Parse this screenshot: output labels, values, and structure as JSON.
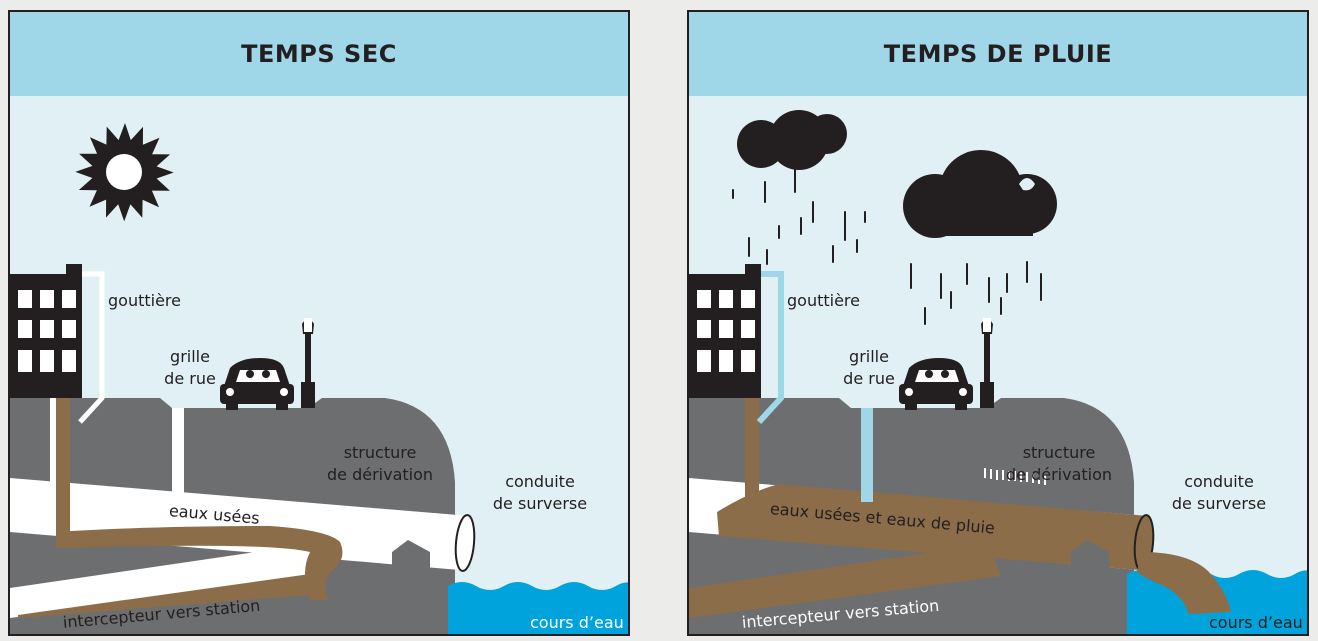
{
  "panels": {
    "dry": {
      "title": "TEMPS SEC",
      "gutter": "gouttière",
      "grate_line1": "grille",
      "grate_line2": "de rue",
      "diversion_line1": "structure",
      "diversion_line2": "de dérivation",
      "overflow_line1": "conduite",
      "overflow_line2": "de surverse",
      "sewage": "eaux usées",
      "interceptor": "intercepteur vers station",
      "river": "cours d’eau"
    },
    "wet": {
      "title": "TEMPS DE PLUIE",
      "gutter": "gouttière",
      "grate_line1": "grille",
      "grate_line2": "de rue",
      "diversion_line1": "structure",
      "diversion_line2": "de dérivation",
      "overflow_line1": "conduite",
      "overflow_line2": "de surverse",
      "sewage": "eaux usées et eaux de pluie",
      "interceptor": "intercepteur vers station",
      "river": "cours d’eau"
    }
  },
  "colors": {
    "sky": "#e1f0f5",
    "title_band": "#9fd6e8",
    "ground": "#6d6e70",
    "dark": "#231f20",
    "pipe": "#ffffff",
    "sewage": "#8c6d4a",
    "rainwater": "#9fd6e8",
    "river": "#00a3dc"
  }
}
